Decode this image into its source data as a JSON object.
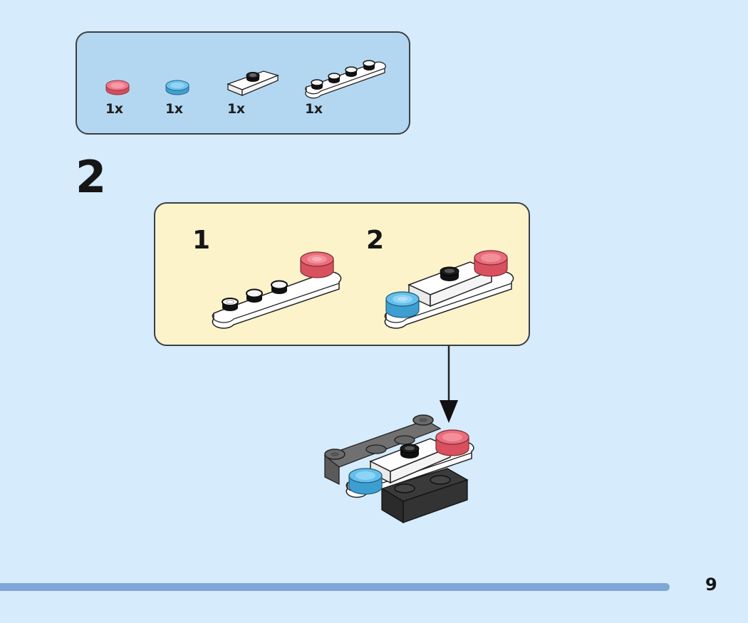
{
  "page": {
    "page_number": "9",
    "background_color": "#d6ebfb",
    "footer_bar_color": "#80a6d8"
  },
  "parts_list": {
    "background_color": "#b3d7f1",
    "items": [
      {
        "name": "1x1 round tile, trans-red",
        "color": "#e9596a",
        "quantity": "1x"
      },
      {
        "name": "1x1 round tile, trans-light-blue",
        "color": "#58b4e2",
        "quantity": "1x"
      },
      {
        "name": "1x2 jumper plate, white",
        "color": "#ffffff",
        "quantity": "1x"
      },
      {
        "name": "1x4 rounded plate, white",
        "color": "#ffffff",
        "quantity": "1x"
      }
    ]
  },
  "step": {
    "number": "2",
    "sub_assembly": {
      "background_color": "#fdf3cb",
      "steps": [
        {
          "number": "1",
          "description": "Attach trans-red round tile to end of 1x4 rounded plate"
        },
        {
          "number": "2",
          "description": "Add 1x2 jumper plate and trans-light-blue round tile"
        }
      ]
    },
    "result_description": "Attach sub-assembly onto dark gray base model"
  }
}
